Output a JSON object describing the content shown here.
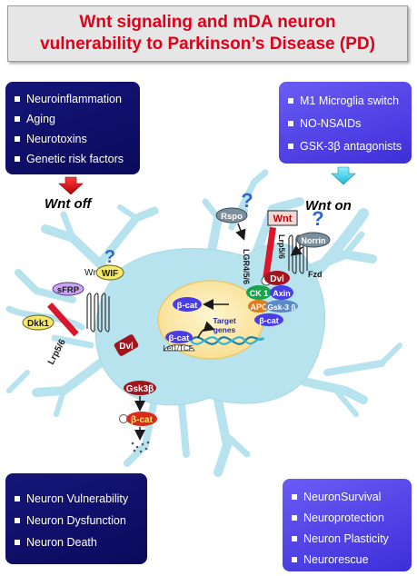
{
  "title": {
    "line1": "Wnt signaling and mDA neuron",
    "line2": "vulnerability to Parkinson’s Disease (PD)"
  },
  "risk_factors": [
    "Neuroinflammation",
    "Aging",
    "Neurotoxins",
    "Genetic risk factors"
  ],
  "interventions": [
    "M1 Microglia switch",
    "NO-NSAIDs",
    "GSK-3β antagonists"
  ],
  "outcomes_off": [
    "Neuron Vulnerability",
    "Neuron Dysfunction",
    "Neuron Death"
  ],
  "outcomes_on": [
    "NeuronSurvival",
    "Neuroprotection",
    "Neuron Plasticity",
    "Neurorescue"
  ],
  "states": {
    "off": "Wnt off",
    "on": "Wnt on"
  },
  "molecules": {
    "wnt": "Wnt",
    "wif": "WIF",
    "sfrp": "sFRP",
    "dkk1": "Dkk1",
    "lrp56": "Lrp5/6",
    "dvl": "Dvl",
    "gsk3b": "Gsk3β",
    "bcat": "β-cat",
    "lef_tcf": "Lef1/TCF",
    "target_genes_1": "Target",
    "target_genes_2": "genes",
    "rspo": "Rspo",
    "lgr": "LGR4/5/6",
    "norrin": "Norrin",
    "fzd": "Fzd",
    "ck1": "CK 1",
    "axin": "Axin",
    "apc": "APC",
    "gsk3b_complex": "Gsk-3 β",
    "bcat_complex": "β-cat",
    "unknown": "?"
  },
  "colors": {
    "title_red": "#e0001a",
    "box_dark": "#0a0a5c",
    "box_light": "#4a3ce6",
    "cell": "#b3e3ee",
    "nucleus": "#fde9a8",
    "receptor_red": "#d9162b",
    "question_blue": "#3366cc",
    "arrow_red": "#cc1111",
    "arrow_cyan": "#2fd0e8"
  }
}
